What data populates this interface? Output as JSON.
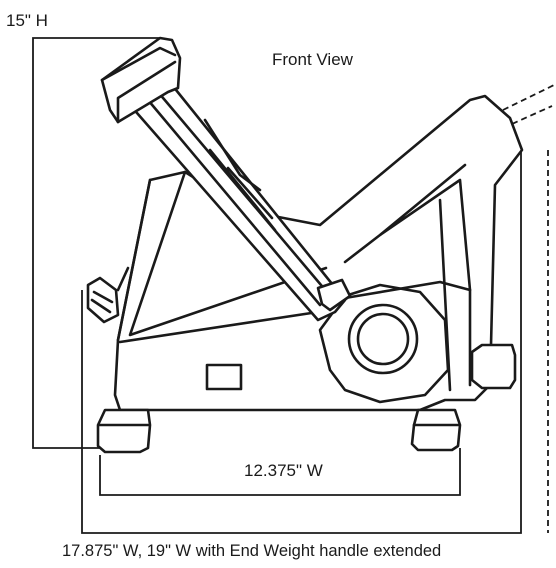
{
  "view_label": "Front View",
  "dimensions": {
    "height": "15\" H",
    "base_width": "12.375\" W",
    "overall_width": "17.875\" W, 19\" W with End Weight handle extended"
  },
  "colors": {
    "line": "#1a1a1a",
    "background": "#ffffff"
  }
}
